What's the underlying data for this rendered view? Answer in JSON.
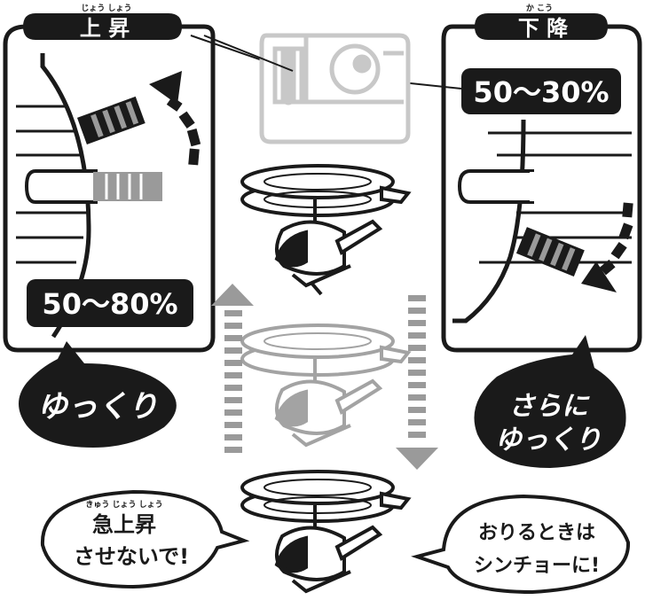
{
  "left_panel": {
    "title": "上 昇",
    "title_ruby": "じょう しょう",
    "percent": "50〜80%",
    "bubble": "ゆっくり"
  },
  "right_panel": {
    "title": "下 降",
    "title_ruby": "か こう",
    "percent": "50〜30%",
    "bubble_line1": "さらに",
    "bubble_line2": "ゆっくり"
  },
  "bottom_left_bubble": {
    "ruby": "きゅう じょう しょう",
    "line1": "急上昇",
    "line2": "させないで!"
  },
  "bottom_right_bubble": {
    "line1": "おりるときは",
    "line2": "シンチョーに!"
  },
  "colors": {
    "ink": "#1a1a1a",
    "gray": "#9a9a9a",
    "light_gray": "#c8c8c8"
  }
}
